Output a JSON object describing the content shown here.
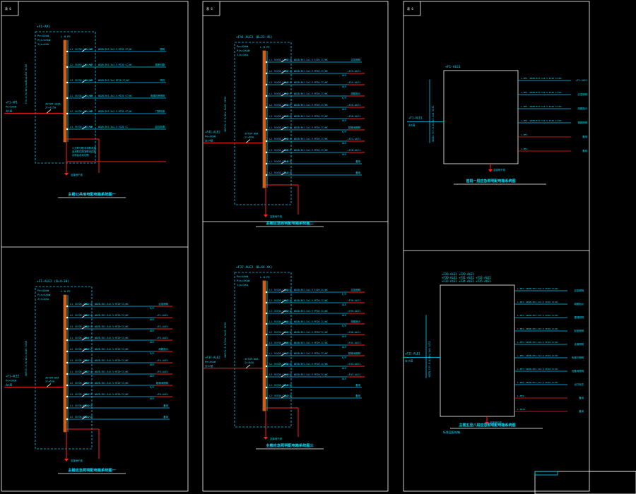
{
  "colors": {
    "background": "#000000",
    "frame": "#ffffff",
    "wire": "#00c8ff",
    "feeder": "#ff2020",
    "busbar": "#d06018",
    "label": "#00e0ff",
    "title": "#00e0ff"
  },
  "sheets": [
    {
      "corner_tag": "表 6",
      "panels": [
        {
          "box_label": "+F1-AP1",
          "header": [
            "Pe=XXkW",
            "Pjs=XXkW",
            "Ijs=XXA"
          ],
          "busbar_head": "L N PE",
          "riser": "YJV-0.6/1kV-4x35+1x16 SC50",
          "incoming_tag": "+F1-AP1",
          "incoming_sub": [
            "Pe=XXkW",
            "去1层"
          ],
          "breaker": [
            "3VT2M 160A",
            "Ir=125A"
          ],
          "title": "主楼公共用电配电箱系统图一",
          "circuits": [
            {
              "id": "W1",
              "breaker": "5SY36-C16A/1P",
              "cable": "WDZN-BYJ-3x2.5 MT20 CC/WC",
              "dest": "照明"
            },
            {
              "id": "W2",
              "breaker": "5SU93-C16A/1P",
              "cable": "WDZN-BYJ-3x2.5 MT20 CC/WC",
              "dest": "插座回路"
            },
            {
              "id": "W3",
              "breaker": "5SY36-C20A/1P",
              "cable": "WDZN-BYJ-3x4 MT20 CC/WC",
              "dest": "风机"
            },
            {
              "id": "W4",
              "breaker": "5SY36-C16A/1P",
              "cable": "WDZN-BYJ-3x2.5 MT20 CC/WC",
              "dest": "电梯机房照明"
            },
            {
              "id": "W5",
              "breaker": "5SY36-C16A/1P",
              "cable": "WDZN-BYJ-3x2.5 MT20 CC/WC",
              "dest": "门禁电源"
            },
            {
              "id": "W6",
              "breaker": "5SY36-C16A/1P",
              "cable": "WDZN-BYJ-3x2.5 SC20 CC",
              "dest": "监控电源"
            }
          ],
          "note": [
            "火灾时切断非消防电源",
            "由消防控制室联动控制",
            "动作后自动切断"
          ],
          "ground_label": "至接地干线"
        },
        {
          "box_label": "+F1-ALE2 (B=4-30)",
          "header": [
            "Pe=XXkW",
            "Pjs=XXkW",
            "Ijs=XXA"
          ],
          "busbar_head": "L N PE",
          "riser": "NHYJV-0.6/1kV-5x16 SC50",
          "incoming_tag": "+F1-ALE2",
          "incoming_sub": [
            "Pe=XXkW",
            "去1层"
          ],
          "breaker": [
            "3VT2M 80A",
            "Ir=63A"
          ],
          "title": "主楼应急照明配电箱系统图一",
          "circuits": [
            {
              "id": "WE1",
              "breaker": "5SY36-C16A/1P",
              "cable": "WDZN-BYJ-3x2.5 MT20 CC/WC",
              "tag": "E/P",
              "dest": "应急照明"
            },
            {
              "id": "WE2",
              "breaker": "5SY36-C16A/1P",
              "cable": "WDZN-BYJ-3x2.5 MT20 CC/WC",
              "tag": "ALE",
              "dest": "+F1-ALE1"
            },
            {
              "id": "WE3",
              "breaker": "5SY36-C16A/1P",
              "cable": "WDZN-BYJ-3x2.5 MT20 CC/WC",
              "tag": "ALE",
              "dest": "+F2-ALE1"
            },
            {
              "id": "WE4",
              "breaker": "5SY36-C16A/1P",
              "cable": "WDZN-BYJ-3x2.5 MT20 CC/WC",
              "tag": "ALE",
              "dest": "+F3-ALE1"
            },
            {
              "id": "WE5",
              "breaker": "5SY36-C16A/1P",
              "cable": "WDZN-BYJ-3x2.5 MT20 CC/WC",
              "tag": "E/P",
              "dest": "疏散指示"
            },
            {
              "id": "WE6",
              "breaker": "5SY36-C16A/1P",
              "cable": "WDZN-BYJ-3x2.5 MT20 CC/WC",
              "tag": "ALE",
              "dest": "+F4-ALE1"
            },
            {
              "id": "WE7",
              "breaker": "5SY36-C16A/1P",
              "cable": "WDZN-BYJ-3x2.5 MT20 CC/WC",
              "tag": "ALE",
              "dest": "+F5-ALE1"
            },
            {
              "id": "WE8",
              "breaker": "5SY36-C16A/1P",
              "cable": "WDZN-BYJ-3x2.5 MT20 CC/WC",
              "tag": "E/P",
              "dest": "楼梯间照明"
            },
            {
              "id": "WE9",
              "breaker": "5SY36-C16A/1P",
              "cable": "WDZN-BYJ-3x2.5 MT20 CC/WC",
              "tag": "ALE",
              "dest": "+F6-ALE1"
            },
            {
              "id": "WE10",
              "breaker": "5SY36-C16A/1P",
              "cable": "",
              "tag": "",
              "dest": "备用"
            },
            {
              "id": "WE11",
              "breaker": "5SY36-C16A/1P",
              "cable": "",
              "tag": "",
              "dest": "备用"
            }
          ],
          "ground_label": "至接地干线"
        }
      ]
    },
    {
      "corner_tag": "表 6",
      "panels": [
        {
          "box_label": "+F41-ALE2 (B=23-45)",
          "header": [
            "Pe=XXkW",
            "Pjs=XXkW",
            "Ijs=XXA"
          ],
          "busbar_head": "L N PE",
          "riser": "NHYJV-0.6/1kV-5x16 SC50",
          "incoming_tag": "+F41-ALE2",
          "incoming_sub": [
            "Pe=XXkW",
            "去14层"
          ],
          "breaker": [
            "3VT2M 80A",
            "Ir=63A"
          ],
          "title": "主楼应急照明配电箱系统图二",
          "circuits": [
            {
              "id": "P1",
              "breaker": "5SY36-C16A/1P",
              "cable": "WDZN-BYJ-3x2.5 SC20 CC/WC",
              "tag": "",
              "dest": "应急照明"
            },
            {
              "id": "P2",
              "breaker": "5SY36-C16A/1P",
              "cable": "WDZN-BYJ-3x2.5 MT20 CC/WC",
              "tag": "ALE",
              "dest": "+F23-ALE1"
            },
            {
              "id": "P3",
              "breaker": "5SY36-C16A/1P",
              "cable": "WDZN-BYJ-3x2.5 MT20 CC/WC",
              "tag": "ALE",
              "dest": "+F24-ALE1"
            },
            {
              "id": "P4",
              "breaker": "5SY36-C16A/1P",
              "cable": "WDZN-BYJ-3x2.5 MT20 CC/WC",
              "tag": "E/P",
              "dest": "疏散指示"
            },
            {
              "id": "P5",
              "breaker": "5SY36-C16A/1P",
              "cable": "WDZN-BYJ-3x2.5 MT20 CC/WC",
              "tag": "ALE",
              "dest": "+F25-ALE1"
            },
            {
              "id": "P6",
              "breaker": "5SY36-C16A/1P",
              "cable": "WDZN-BYJ-3x2.5 MT20 CC/WC",
              "tag": "ALE",
              "dest": "+F26-ALE1"
            },
            {
              "id": "P7",
              "breaker": "5SY36-C16A/1P",
              "cable": "WDZN-BYJ-3x2.5 MT20 CC/WC",
              "tag": "E/P",
              "dest": "楼梯间照明"
            },
            {
              "id": "P8",
              "breaker": "5SY36-C16A/1P",
              "cable": "WDZN-BYJ-3x2.5 MT20 CC/WC",
              "tag": "ALE",
              "dest": "+F27-ALE1"
            },
            {
              "id": "P9",
              "breaker": "5SY36-C16A/1P",
              "cable": "WDZN-BYJ-3x2.5 MT20 CC/WC",
              "tag": "ALE",
              "dest": "+F28-ALE1"
            },
            {
              "id": "P10",
              "breaker": "5SY36-C16A/1P",
              "cable": "",
              "tag": "",
              "dest": "备用"
            },
            {
              "id": "P11",
              "breaker": "5SY36-C16A/1P",
              "cable": "",
              "tag": "",
              "dest": "备用"
            }
          ],
          "ground_label": "至接地干线"
        },
        {
          "box_label": "+F37-ALE2 (B=XX-XX)",
          "header": [
            "Pe=XXkW",
            "Pjs=XXkW",
            "Ijs=XXA"
          ],
          "busbar_head": "L N PE",
          "riser": "NHYJV-0.6/1kV-5x16 SC50",
          "incoming_tag": "+F37-ALE2",
          "incoming_sub": [
            "Pe=XXkW",
            "去37层"
          ],
          "breaker": [
            "3VT2M 80A",
            "Ir=63A"
          ],
          "title": "主楼应急照明配电箱系统图三",
          "circuits": [
            {
              "id": "V1",
              "breaker": "5SY36-C16A/1P",
              "cable": "WDZN-BYJ-3x2.5 SC20 CC/WC",
              "tag": "E/P",
              "dest": "应急照明"
            },
            {
              "id": "V2",
              "breaker": "5SY36-C16A/1P",
              "cable": "WDZN-BYJ-3x2.5 MT20 CC/WC",
              "tag": "ALE",
              "dest": "+F38-ALE1"
            },
            {
              "id": "V3",
              "breaker": "5SY36-C16A/1P",
              "cable": "WDZN-BYJ-3x2.5 MT20 CC/WC",
              "tag": "ALE",
              "dest": "+F39-ALE1"
            },
            {
              "id": "V4",
              "breaker": "5SY36-C16A/1P",
              "cable": "WDZN-BYJ-3x2.5 MT20 CC/WC",
              "tag": "E/P",
              "dest": "疏散指示"
            },
            {
              "id": "V5",
              "breaker": "5SY36-C16A/1P",
              "cable": "WDZN-BYJ-3x2.5 MT20 CC/WC",
              "tag": "ALE",
              "dest": "+F40-ALE1"
            },
            {
              "id": "V6",
              "breaker": "5SY36-C16A/1P",
              "cable": "WDZN-BYJ-3x2.5 MT20 CC/WC",
              "tag": "ALE",
              "dest": "+F41-ALE1"
            },
            {
              "id": "V7",
              "breaker": "5SY36-C16A/1P",
              "cable": "WDZN-BYJ-3x2.5 MT20 CC/WC",
              "tag": "E/P",
              "dest": "楼梯间照明"
            },
            {
              "id": "V8",
              "breaker": "5SY36-C16A/1P",
              "cable": "WDZN-BYJ-3x2.5 MT20 CC/WC",
              "tag": "ALE",
              "dest": "+F42-ALE1"
            },
            {
              "id": "V9",
              "breaker": "5SY36-C16A/1P",
              "cable": "WDZN-BYJ-3x2.5 MT20 CC/WC",
              "tag": "ALE",
              "dest": "+F43-ALE1"
            },
            {
              "id": "V10",
              "breaker": "5SY36-C16A/1P",
              "cable": "",
              "tag": "",
              "dest": "备用"
            },
            {
              "id": "V11",
              "breaker": "5SY36-C16A/1P",
              "cable": "",
              "tag": "",
              "dest": "备用"
            }
          ],
          "ground_label": "至接地干线"
        }
      ]
    },
    {
      "corner_tag": "表 6",
      "panels": [
        {
          "box_label": "+F1-ALE1",
          "riser": "WDZN-YJY-0.6/1kV-3x6 SC32",
          "incoming_tag": "+F1-ALE1",
          "incoming_sub": [
            "去1层"
          ],
          "title": "首层一层应急照明配电箱系统图",
          "circuits": [
            {
              "id": "WL1",
              "cable": "L-PE1- WDZN-BYJ-3x2.5 PC20 CC/WC",
              "dest": "+F1-ALE1"
            },
            {
              "id": "WL2",
              "cable": "L-PE2- WDZN-BYJ-3x2.5 PC20 CC/WC",
              "dest": "应急照明"
            },
            {
              "id": "WL3",
              "cable": "L-PE3- WDZN-BYJ-3x2.5 PC20 CC/WC",
              "dest": "疏散指示"
            },
            {
              "id": "WL4",
              "cable": "L-PE4- WDZN-BYJ-3x2.5 PC20 CC/WC",
              "dest": "楼梯照明"
            },
            {
              "id": "WL5",
              "cable": "L-PE5-",
              "dest": "备用"
            },
            {
              "id": "WL6",
              "cable": "L-PE6-",
              "dest": "备用"
            }
          ],
          "ground_label": "至接地干线"
        },
        {
          "box_label": "+F28-ALE1 +F29-ALE1",
          "box_label_lines": [
            "+F28-ALE1 +F29-ALE1",
            "+F30-ALE1 +F31-ALE1 +F32-ALE1",
            "+F33-ALE1 +F34-ALE1 +F35-ALE1"
          ],
          "riser": "WDZN-YJY-0.6/1kV-3x6 SC32",
          "incoming_tag": "+F11-ALE1",
          "incoming_sub": [
            "去11层"
          ],
          "title": "主楼五至八层应急照明配电箱系统图",
          "subtitle": "标准层配电箱",
          "circuits": [
            {
              "id": "WL1",
              "cable": "L-PE1- WDZN-BYJ-3x2.5 PC20 CC/WC",
              "dest": "应急照明"
            },
            {
              "id": "WL2",
              "cable": "L-PE2- WDZN-BYJ-3x2.5 PC20 CC/WC",
              "dest": "疏散指示"
            },
            {
              "id": "WL3",
              "cable": "L-PE3- WDZN-BYJ-3x2.5 PC20 CC/WC",
              "dest": "楼梯照明"
            },
            {
              "id": "WL4",
              "cable": "L-PE4- WDZN-BYJ-3x2.5 PC20 CC/WC",
              "dest": "前室照明"
            },
            {
              "id": "WL5",
              "cable": "L-PE5- WDZN-BYJ-3x2.5 PC20 CC/WC",
              "dest": "走道照明"
            },
            {
              "id": "WL6",
              "cable": "L-PE6- WDZN-BYJ-3x2.5 PC20 CC/WC",
              "dest": "电梯厅照明"
            },
            {
              "id": "WL7",
              "cable": "L-PE7- WDZN-BYJ-3x2.5 PC20 CC/WC",
              "dest": "设备间照明"
            },
            {
              "id": "WL8",
              "cable": "L-PE8- WDZN-BYJ-3x2.5 PC20 CC/WC",
              "dest": "出口标志"
            },
            {
              "id": "WL9",
              "cable": "L-PE9-",
              "dest": "备用"
            },
            {
              "id": "WL10",
              "cable": "L-PE10-",
              "dest": "备用"
            }
          ],
          "ground_label": "至接地干线"
        }
      ]
    }
  ]
}
